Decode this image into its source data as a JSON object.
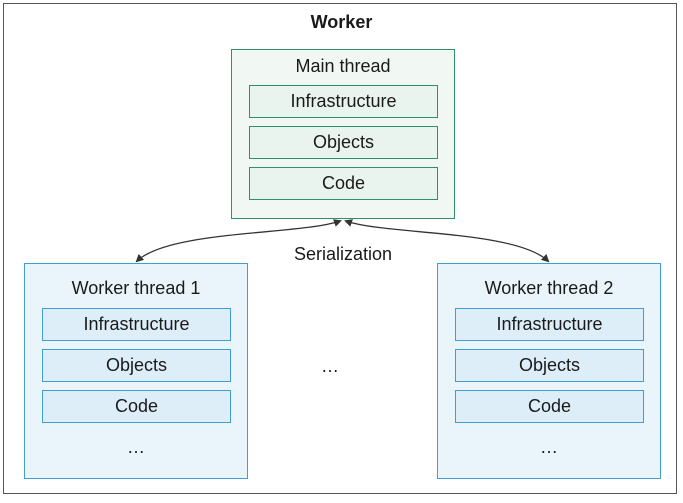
{
  "title": "Worker",
  "main_thread": {
    "label": "Main thread",
    "items": [
      "Infrastructure",
      "Objects",
      "Code"
    ]
  },
  "worker_threads": [
    {
      "label": "Worker thread 1",
      "items": [
        "Infrastructure",
        "Objects",
        "Code"
      ],
      "more": "…"
    },
    {
      "label": "Worker thread 2",
      "items": [
        "Infrastructure",
        "Objects",
        "Code"
      ],
      "more": "…"
    }
  ],
  "middle_more": "…",
  "connector_label": "Serialization",
  "colors": {
    "main_border": "#2f8f68",
    "main_fill": "#f1f7f3",
    "worker_border": "#3f9fd3",
    "worker_fill": "#e9f4fb",
    "arrow": "#333333"
  }
}
